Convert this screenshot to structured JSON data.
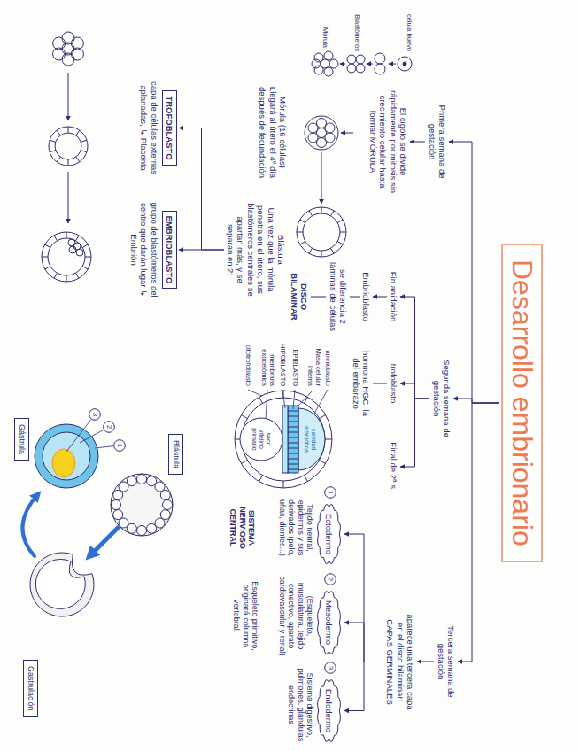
{
  "diagram": {
    "title": "Desarrollo embrionario",
    "nodes": [
      {
        "text": [
          "Desarrollo embrionario"
        ]
      },
      {
        "text": [
          "Primera semana de gestación"
        ]
      },
      {
        "text": [
          "El cigoto se divide rápidamente por mitosis sin crecimiento celular hasta formar MÓRULA"
        ]
      },
      {
        "text": [
          "Mórula (16 células)",
          "Llegará al útero el 4º día después de fecundación"
        ]
      },
      {
        "text": [
          "Blástula",
          "Una vez que la mórula penetra en el útero, sus blastómeros centrales se apartan más, y se separan en 2:"
        ]
      },
      {
        "text": [
          "TROFOBLASTO",
          "capa de células externas aplanadas, ↳ Placenta"
        ]
      },
      {
        "text": [
          "EMBRIOBLASTO",
          "grupo de blastómeros del centro que darán lugar ↳ Embrión"
        ]
      },
      {
        "text": [
          "Segunda semana de gestación"
        ]
      },
      {
        "text": [
          "Fin anidación"
        ]
      },
      {
        "text": [
          "Embrioblasto"
        ]
      },
      {
        "text": [
          "se diferencia 2 láminas de células"
        ]
      },
      {
        "text": [
          "DISCO BILAMINAR"
        ]
      },
      {
        "text": [
          "trofoblasto"
        ]
      },
      {
        "text": [
          "hormona HGC, la del embarazo"
        ]
      },
      {
        "text": [
          "Final de 2ª s."
        ]
      },
      {
        "text": [
          "Tercera semana de gestación"
        ]
      },
      {
        "text": [
          "aparece una tercera capa en el disco bilaminar:",
          "CAPAS GERMINALES"
        ]
      },
      {
        "text": [
          "1"
        ]
      },
      {
        "text": [
          "Ectodermo"
        ]
      },
      {
        "text": [
          "2"
        ]
      },
      {
        "text": [
          "Mesodermo"
        ]
      },
      {
        "text": [
          "3"
        ]
      },
      {
        "text": [
          "Endodermo"
        ]
      },
      {
        "text": [
          "Blástula"
        ]
      },
      {
        "text": [
          "Gástrula"
        ]
      },
      {
        "text": [
          "Gastrulación"
        ]
      },
      {
        "text": [
          "1"
        ]
      },
      {
        "text": [
          "2"
        ]
      },
      {
        "text": [
          "3"
        ]
      }
    ],
    "edges": [
      {
        "from": 0,
        "to": 1,
        "arrow": "to"
      },
      {
        "from": 0,
        "to": 7,
        "arrow": "to"
      },
      {
        "from": 0,
        "to": 15,
        "arrow": "to"
      },
      {
        "from": 1,
        "to": 2,
        "arrow": "to"
      },
      {
        "from": 4,
        "to": 5,
        "arrow": "to"
      },
      {
        "from": 4,
        "to": 6,
        "arrow": "to"
      },
      {
        "from": 7,
        "to": 8,
        "arrow": "to"
      },
      {
        "from": 7,
        "to": 12,
        "arrow": "to"
      },
      {
        "from": 7,
        "to": 14,
        "arrow": "to"
      },
      {
        "from": 8,
        "to": 9,
        "arrow": "to"
      },
      {
        "from": 9,
        "to": 10,
        "arrow": "none"
      },
      {
        "from": 10,
        "to": 11,
        "arrow": "none"
      },
      {
        "from": 12,
        "to": 13,
        "arrow": "none"
      },
      {
        "from": 15,
        "to": 16,
        "arrow": "to"
      },
      {
        "from": 16,
        "to": 18,
        "arrow": "to"
      },
      {
        "from": 16,
        "to": 20,
        "arrow": "to"
      },
      {
        "from": 16,
        "to": 22,
        "arrow": "to"
      }
    ],
    "labels": [
      "célula huevo",
      "Blastómeros",
      "Mórula",
      "amnioblasto",
      "Masa celular interna",
      "EPIBLASTO",
      "HIPOBLASTO",
      "membrana exocelómica",
      "citotrofoblasto",
      "cavidad amniótica",
      "saco vitelino primario",
      "Tejido neural, epidermis y sus derivados (pelo, uñas, dientes...)",
      "SISTEMA NERVIOSO CENTRAL",
      "(Esqueleto, musculatura, tejido conectivo, aparato cardiovascular y renal)",
      "Esqueleto primitivo, originará columna vertebral.",
      "Sistema digestivo, pulmones, glándulas endocrinas"
    ]
  }
}
